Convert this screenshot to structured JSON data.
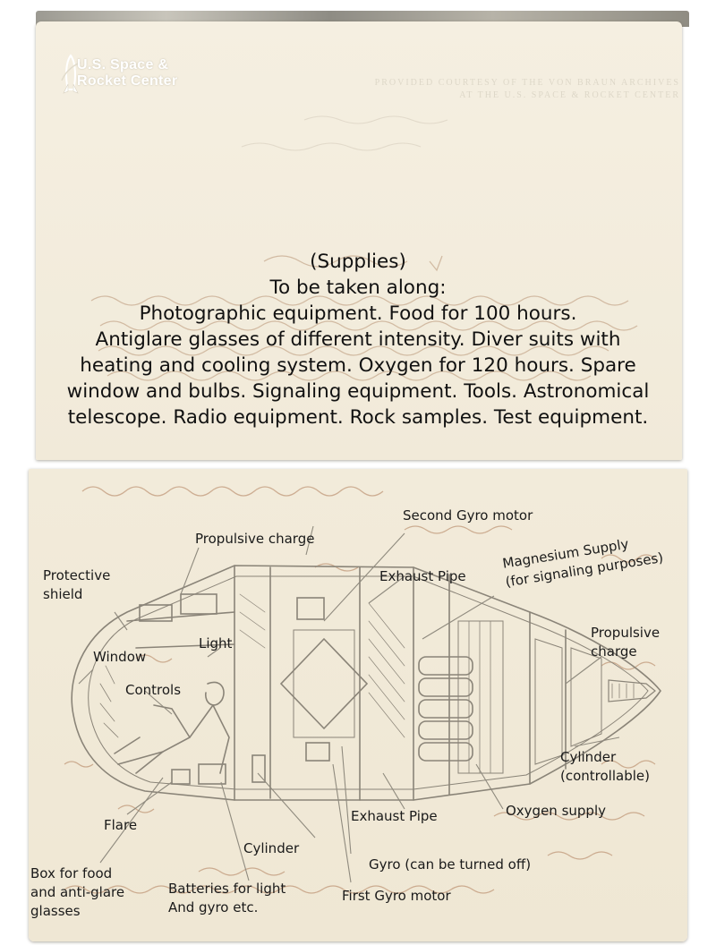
{
  "watermark": {
    "logo_line1": "U.S. Space &",
    "logo_line2": "Rocket Center",
    "courtesy_line1": "PROVIDED COURTESY OF THE VON BRAUN ARCHIVES",
    "courtesy_line2": "AT THE U.S. SPACE & ROCKET CENTER"
  },
  "caption": {
    "heading": "(Supplies)",
    "subheading": "To be taken along:",
    "lines": [
      "Photographic equipment. Food for 100 hours.",
      "Antiglare glasses of different intensity. Diver suits with",
      "heating and cooling system. Oxygen for 120 hours. Spare",
      "window and bulbs. Signaling equipment. Tools. Astronomical",
      "telescope. Radio equipment. Rock samples. Test equipment."
    ]
  },
  "labels": {
    "second_gyro_motor": "Second Gyro motor",
    "propulsive_charge_top": "Propulsive charge",
    "protective_shield": [
      "Protective",
      "shield"
    ],
    "exhaust_pipe_top": "Exhaust Pipe",
    "magnesium_supply": [
      "Magnesium Supply",
      "(for signaling purposes)"
    ],
    "light": "Light",
    "window": "Window",
    "propulsive_charge_right": [
      "Propulsive",
      "charge"
    ],
    "controls": "Controls",
    "cylinder_controllable": [
      "Cylinder",
      "(controllable)"
    ],
    "oxygen_supply": "Oxygen supply",
    "exhaust_pipe_bottom": "Exhaust Pipe",
    "flare": "Flare",
    "cylinder_bottom": "Cylinder",
    "gyro": "Gyro (can be turned off)",
    "box_for_food": [
      "Box for food",
      "and anti-glare",
      "glasses"
    ],
    "batteries": [
      "Batteries for light",
      "And gyro etc."
    ],
    "first_gyro_motor": "First Gyro motor"
  },
  "colors": {
    "paper": "#f4eedf",
    "pencil": "#8a8478",
    "ink_red": "#a0623a",
    "text": "#111111"
  }
}
